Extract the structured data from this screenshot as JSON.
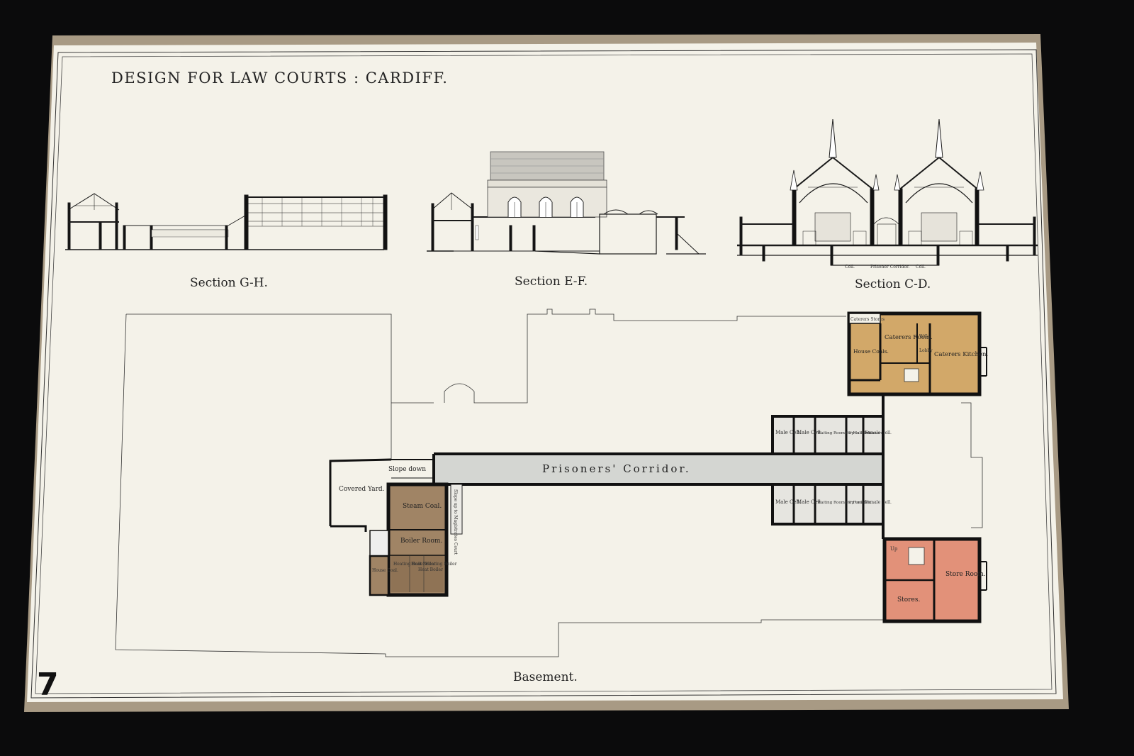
{
  "sheet": {
    "title": "DESIGN FOR LAW COURTS : CARDIFF.",
    "sheet_number": "7",
    "colors": {
      "paper": "#f4f2e9",
      "border": "#a89a84",
      "ink": "#1a1a1a",
      "corridor": "#d4d6d2",
      "caterer_wash": "#d2a869",
      "store_wash": "#e29179",
      "boiler_wash": "#9e8263"
    }
  },
  "sections": {
    "gh": "Section G-H.",
    "ef": "Section E-F.",
    "cd": "Section C-D.",
    "cd_labels": {
      "cell_left": "Cell.",
      "prisoner_corridor": "Prisoner Corridor.",
      "cell_right": "Cell."
    }
  },
  "plan": {
    "caption": "Basement.",
    "corridor_label": "Prisoners' Corridor.",
    "slope_down": "Slope down",
    "slope_up": "Slope up to Magistrates Court",
    "covered_yard": "Covered Yard.",
    "steam_coal": "Steam Coal.",
    "boiler_room": "Boiler Room.",
    "house_coal_small": "House Coal.",
    "heating_labels": [
      "Heating Boiler",
      "Heat Boiler",
      "Heat Boiler",
      "Heating Boiler"
    ],
    "caterers_stores": "Caterers Stores",
    "house_coals": "House Coals.",
    "caterers_room": "Caterers Room.",
    "wc": "W.C.",
    "lobby": "Lobby",
    "caterers_kitchen": "Caterers Kitchen.",
    "male_cell": "Male Cell.",
    "female_cell": "Female Cell.",
    "waiting_male": "Waiting Room for Male Prisoners",
    "waiting_female": "Waiting Room for Female",
    "up_to_dock": "Up to Dock",
    "up": "Up",
    "store_room": "Store Room.",
    "stores": "Stores."
  }
}
